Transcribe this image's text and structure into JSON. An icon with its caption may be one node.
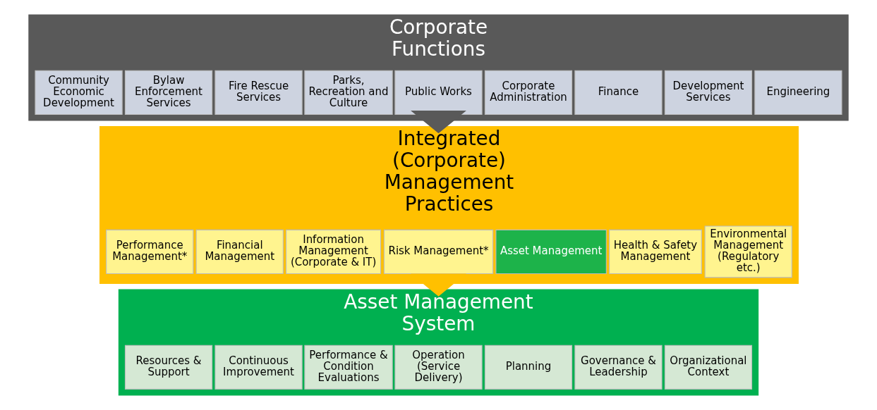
{
  "diagram": {
    "nodes": [
      {
        "text": [
          "Corporate Functions"
        ]
      },
      {
        "text": [
          "Engineering"
        ],
        "in": 0
      },
      {
        "text": [
          "Development Services"
        ],
        "in": 0
      },
      {
        "text": [
          "Finance"
        ],
        "in": 0
      },
      {
        "text": [
          "Corporate Administration"
        ],
        "in": 0
      },
      {
        "text": [
          "Public Works"
        ],
        "in": 0
      },
      {
        "text": [
          "Parks, Recreation and Culture"
        ],
        "in": 0
      },
      {
        "text": [
          "Fire Rescue Services"
        ],
        "in": 0
      },
      {
        "text": [
          "Bylaw Enforcement Services"
        ],
        "in": 0
      },
      {
        "text": [
          "Community Economic Development"
        ],
        "in": 0
      },
      {
        "text": [
          "Integrated (Corporate) Management Practices"
        ]
      },
      {
        "text": [
          "Environmental Management (Regulatory etc.)"
        ],
        "in": 10
      },
      {
        "text": [
          "Health & Safety Management"
        ],
        "in": 10
      },
      {
        "text": [
          "Asset Management"
        ],
        "in": 10
      },
      {
        "text": [
          "Risk Management*"
        ],
        "in": 10
      },
      {
        "text": [
          "Information Management (Corporate & IT)"
        ],
        "in": 10
      },
      {
        "text": [
          "Financial Management"
        ],
        "in": 10
      },
      {
        "text": [
          "Performance Management*"
        ],
        "in": 10
      },
      {
        "text": [
          "Asset Management System"
        ]
      },
      {
        "text": [
          "Organizational Context"
        ],
        "in": 18
      },
      {
        "text": [
          "Governance & Leadership"
        ],
        "in": 18
      },
      {
        "text": [
          "Planning"
        ],
        "in": 18
      },
      {
        "text": [
          "Operation (Service Delivery)"
        ],
        "in": 18
      },
      {
        "text": [
          "Performance & Condition Evaluations"
        ],
        "in": 18
      },
      {
        "text": [
          "Continuous Improvement"
        ],
        "in": 18
      },
      {
        "text": [
          "Resources & Support"
        ],
        "in": 18
      }
    ],
    "edges": [
      {
        "from": 0,
        "to": 10,
        "arrow": "to",
        "style": "thick",
        "color": "#595959"
      },
      {
        "from": 10,
        "to": 18,
        "arrow": "to",
        "style": "thick",
        "color": "#ffc000"
      }
    ]
  }
}
